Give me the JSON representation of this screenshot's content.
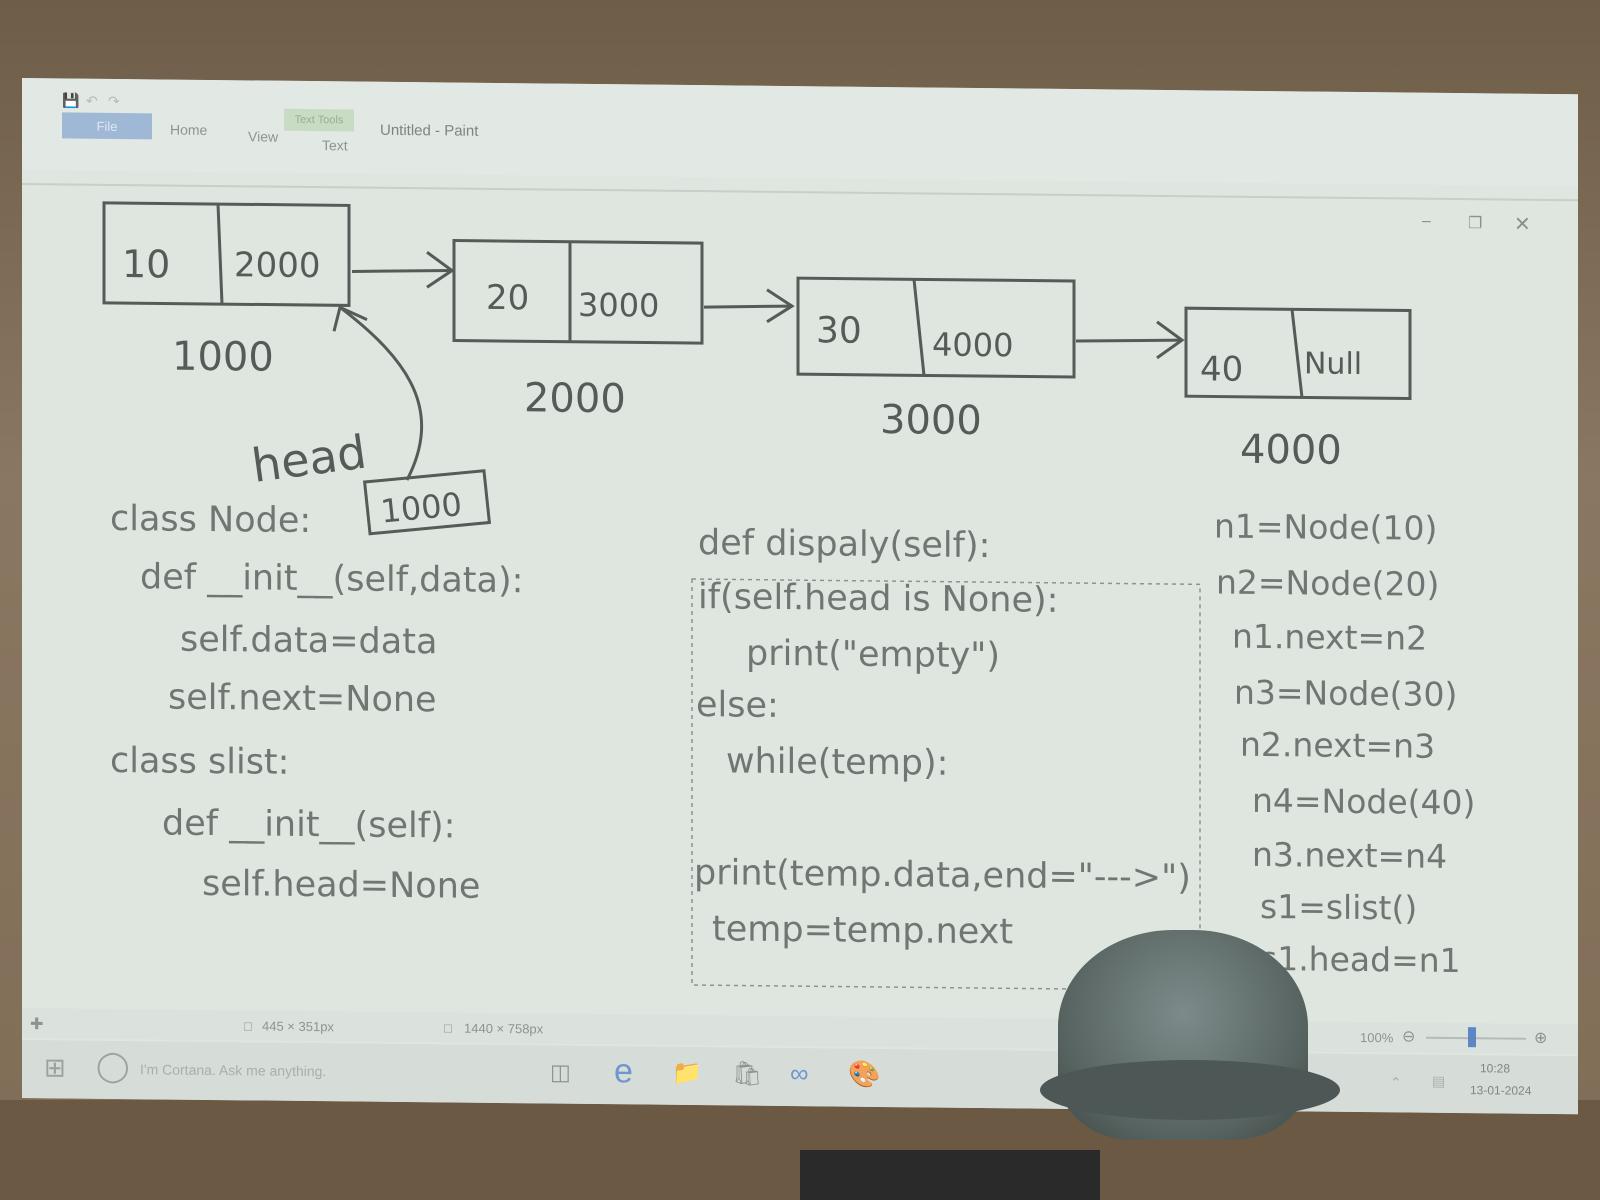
{
  "window": {
    "title": "Untitled - Paint",
    "file_tab": "File",
    "tabs": [
      "Home",
      "View",
      "Text"
    ],
    "text_tools_label": "Text Tools",
    "min_icon": "minimize-icon",
    "max_icon": "maximize-icon",
    "close_icon": "close-icon"
  },
  "drawing": {
    "nodes": [
      {
        "data": "10",
        "next": "2000",
        "address": "1000"
      },
      {
        "data": "20",
        "next": "3000",
        "address": "2000"
      },
      {
        "data": "30",
        "next": "4000",
        "address": "3000"
      },
      {
        "data": "40",
        "next": "Null",
        "address": "4000"
      }
    ],
    "head_label": "head",
    "head_value": "1000"
  },
  "code": {
    "left": [
      "class Node:",
      "def __init__(self,data):",
      "self.data=data",
      "self.next=None",
      "class slist:",
      "def __init__(self):",
      "self.head=None"
    ],
    "middle": [
      "def dispaly(self):",
      "if(self.head is None):",
      "print(\"empty\")",
      "else:",
      "while(temp):",
      "print(temp.data,end=\"--->\")",
      "temp=temp.next"
    ],
    "right": [
      "n1=Node(10)",
      "n2=Node(20)",
      "n1.next=n2",
      "n3=Node(30)",
      "n2.next=n3",
      "n4=Node(40)",
      "n3.next=n4",
      "s1=slist()",
      "s1.head=n1"
    ]
  },
  "status_bar": {
    "selection_size": "445 × 351px",
    "canvas_size": "1440 × 758px",
    "zoom": "100%"
  },
  "taskbar": {
    "search_placeholder": "I'm Cortana. Ask me anything.",
    "time": "10:28",
    "date": "13-01-2024"
  }
}
